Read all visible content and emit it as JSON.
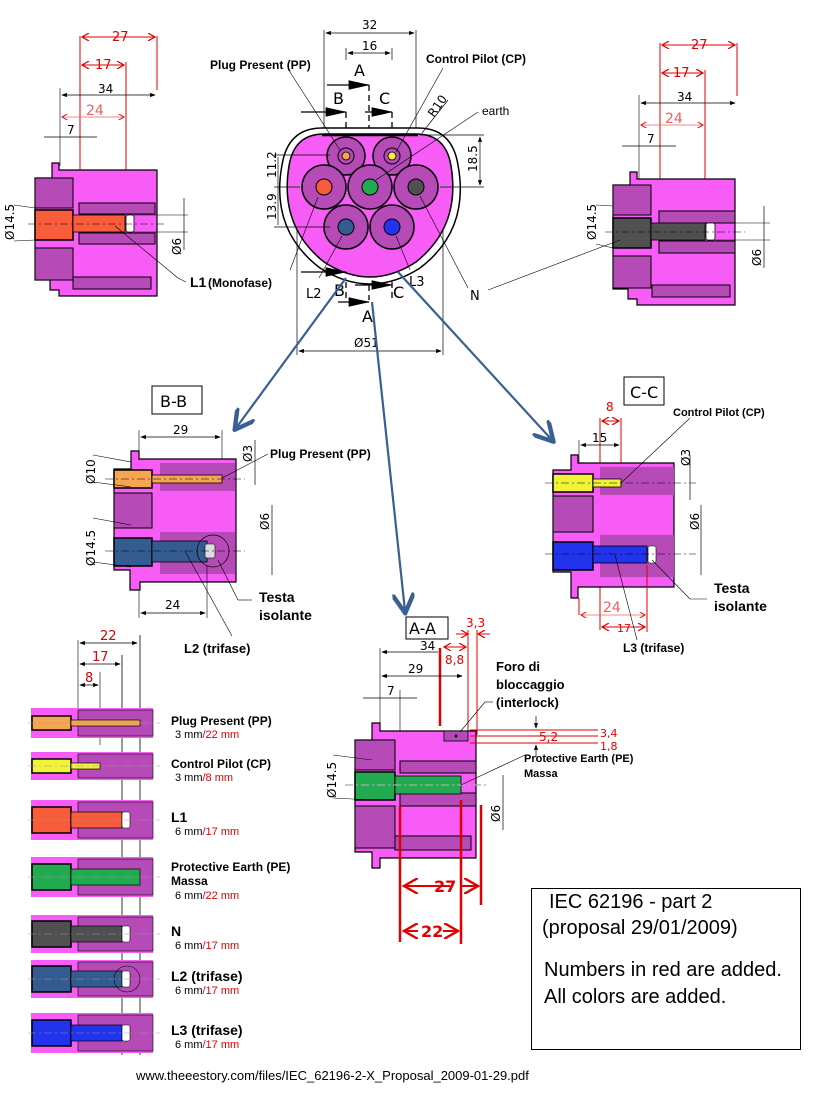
{
  "colors": {
    "body_pink": "#f75cf7",
    "insulator_purple": "#b64bb8",
    "dim_red": "#e00000",
    "dim_salmon": "#f06060",
    "arrow_blue": "#3a5f95",
    "pp_orange": "#f6a650",
    "cp_yellow": "#f2f23a",
    "l1_red": "#f85c3a",
    "pe_green": "#22aa50",
    "n_gray": "#505050",
    "l2_navy": "#355c90",
    "l3_blue": "#2233ee"
  },
  "front_view": {
    "dims": {
      "width_32": "32",
      "width_16": "16",
      "radius": "R10",
      "h_11_2": "11.2",
      "h_13_9": "13.9",
      "h_18_5": "18.5",
      "diameter": "Ø51"
    },
    "section_letters": {
      "a_top": "A",
      "b_top": "B",
      "c_top": "C",
      "a_bot": "A",
      "b_bot": "B",
      "c_bot": "C"
    },
    "labels": {
      "pp": "Plug Present (PP)",
      "cp": "Control Pilot (CP)",
      "earth": "earth",
      "l1": "L1",
      "l1_suffix": "(Monofase)",
      "l2": "L2",
      "l3": "L3",
      "n": "N"
    }
  },
  "side_left": {
    "dims": {
      "d27": "27",
      "d17": "17",
      "d34": "34",
      "d24": "24",
      "d7": "7",
      "dia14_5": "Ø14.5",
      "dia6": "Ø6"
    }
  },
  "side_right": {
    "dims": {
      "d27": "27",
      "d17": "17",
      "d34": "34",
      "d24": "24",
      "d7": "7",
      "dia14_5": "Ø14.5",
      "dia6": "Ø6"
    }
  },
  "section_bb": {
    "title": "B-B",
    "dims": {
      "d29": "29",
      "d24": "24",
      "dia10": "Ø10",
      "dia14_5": "Ø14.5",
      "dia3": "Ø3",
      "dia6": "Ø6"
    },
    "labels": {
      "pp": "Plug Present (PP)",
      "testa1": "Testa",
      "testa2": "isolante",
      "l2": "L2 (trifase)"
    }
  },
  "section_cc": {
    "title": "C-C",
    "dims": {
      "d8": "8",
      "d15": "15",
      "d24": "24",
      "d17": "17",
      "dia3": "Ø3",
      "dia6": "Ø6"
    },
    "labels": {
      "cp": "Control Pilot (CP)",
      "testa1": "Testa",
      "testa2": "isolante",
      "l3": "L3 (trifase)"
    }
  },
  "section_aa": {
    "title": "A-A",
    "dims": {
      "d34": "34",
      "d29": "29",
      "d7": "7",
      "d8_8": "8,8",
      "d3_3": "3,3",
      "d5_2": "5,2",
      "d3_4": "3,4",
      "d1_8": "1,8",
      "d27": "27",
      "d22": "22",
      "dia14_5": "Ø14.5",
      "dia6": "Ø6"
    },
    "labels": {
      "foro1": "Foro di",
      "foro2": "bloccaggio",
      "foro3": "(interlock)",
      "pe": "Protective Earth (PE)",
      "massa": "Massa"
    }
  },
  "pin_comparison": {
    "dims": {
      "d22": "22",
      "d17": "17",
      "d8": "8"
    },
    "pins": [
      {
        "name": "Plug Present (PP)",
        "sub": "",
        "dia": "3 mm",
        "len": "/22 mm"
      },
      {
        "name": "Control Pilot (CP)",
        "sub": "",
        "dia": "3 mm",
        "len": "/8 mm"
      },
      {
        "name": "L1",
        "sub": "",
        "dia": "6 mm",
        "len": "/17 mm"
      },
      {
        "name": "Protective Earth (PE)",
        "sub": "Massa",
        "dia": "6 mm",
        "len": "/22 mm"
      },
      {
        "name": "N",
        "sub": "",
        "dia": "6 mm",
        "len": "/17 mm"
      },
      {
        "name": "L2 (trifase)",
        "sub": "",
        "dia": "6 mm",
        "len": "/17 mm"
      },
      {
        "name": "L3 (trifase)",
        "sub": "",
        "dia": "6 mm",
        "len": "/17 mm"
      }
    ]
  },
  "note": {
    "line1": "IEC 62196 - part 2",
    "line2": "(proposal 29/01/2009)",
    "line3": "Numbers in red are added.",
    "line4": "All colors are added."
  },
  "footer_url": "www.theeestory.com/files/IEC_62196-2-X_Proposal_2009-01-29.pdf"
}
